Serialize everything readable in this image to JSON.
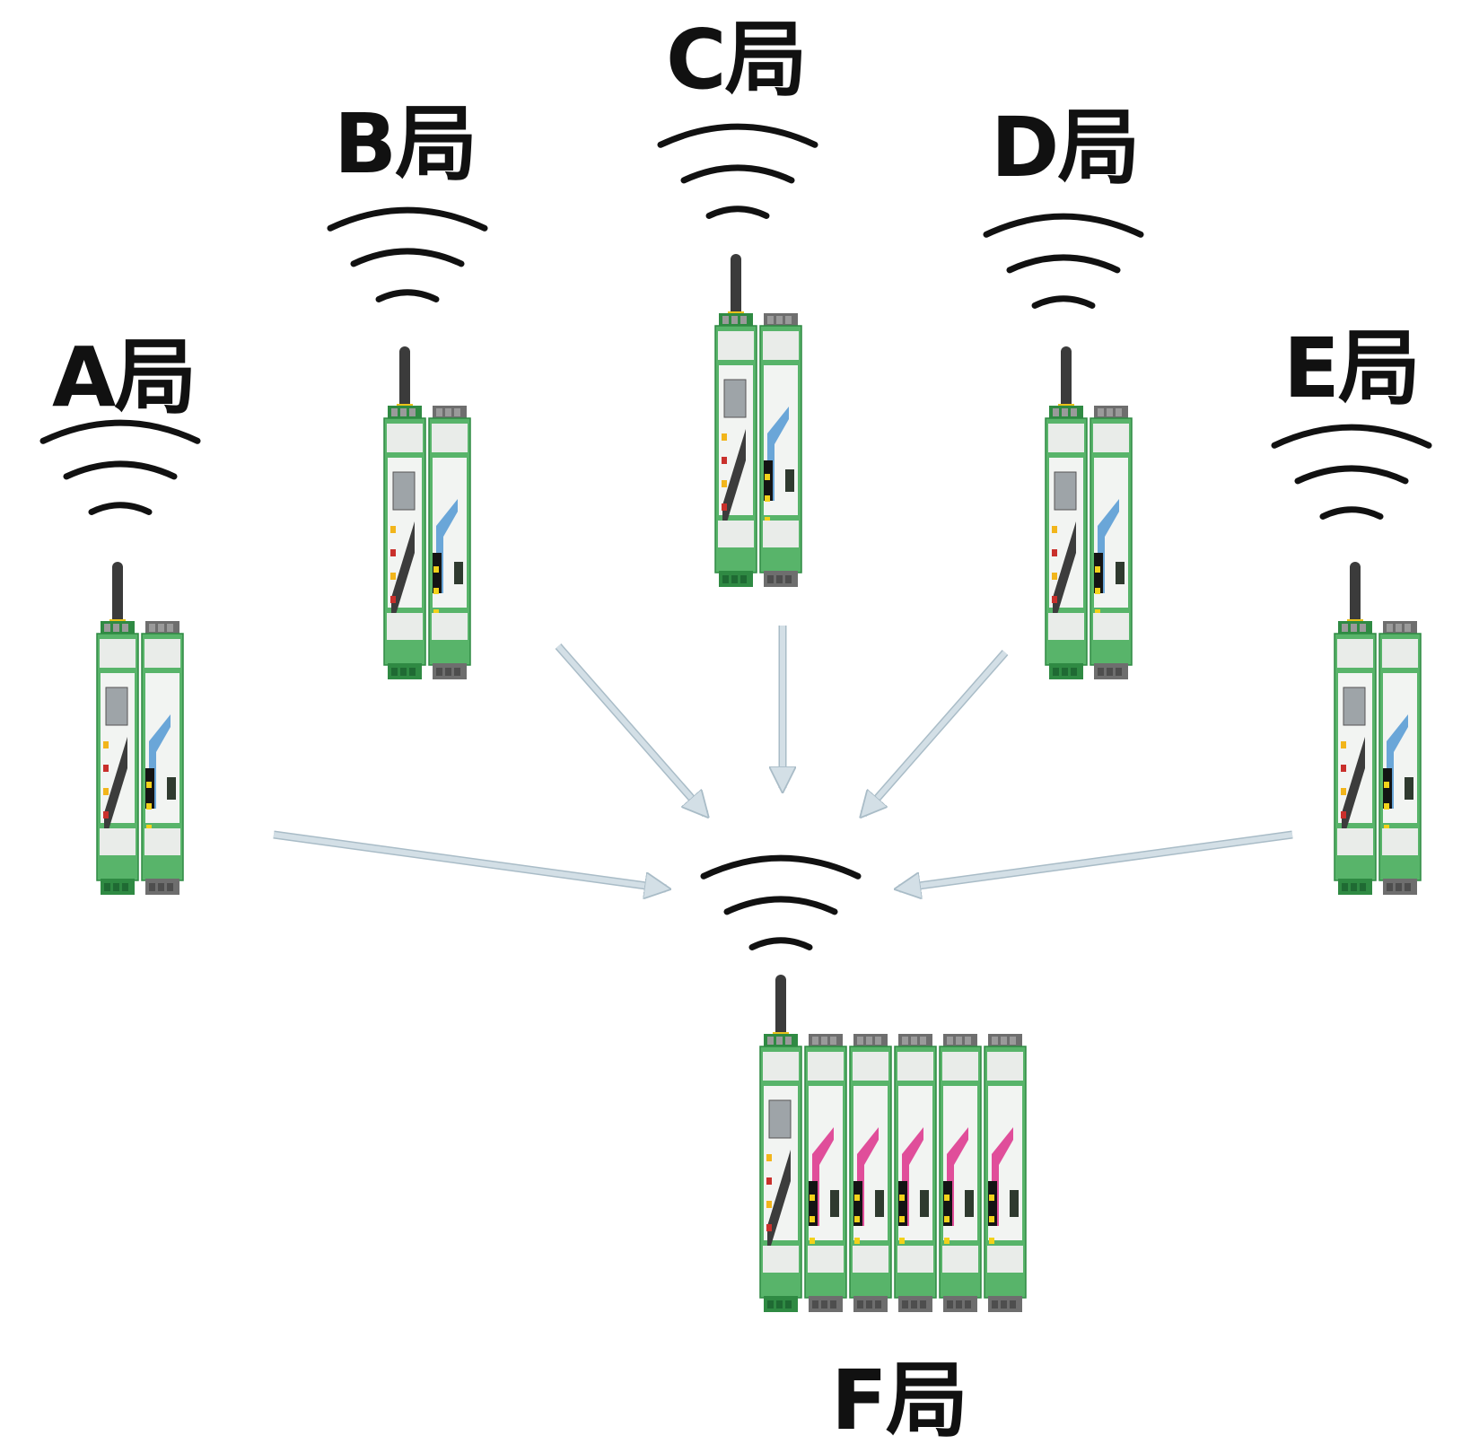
{
  "stations": {
    "a": {
      "label": "A局"
    },
    "b": {
      "label": "B局"
    },
    "c": {
      "label": "C局"
    },
    "d": {
      "label": "D局"
    },
    "e": {
      "label": "E局"
    },
    "f": {
      "label": "F局"
    }
  },
  "colors": {
    "module_green": "#58b46a",
    "module_dark_green": "#2f8a43",
    "terminal_gray": "#6e6e6e",
    "antenna": "#3b3b3b",
    "antenna_base": "#e8c21a",
    "panel_white": "#f2f4f2",
    "stripe_blue": "#6aa6d8",
    "stripe_pink": "#e04e9a",
    "arrow": "#d3dfe6",
    "arrow_edge": "#a9bcc7",
    "wave": "#111111"
  },
  "icons": {
    "wave": "radio-wave-icon",
    "device": "wireless-io-module-icon",
    "arrow": "arrow-icon"
  }
}
